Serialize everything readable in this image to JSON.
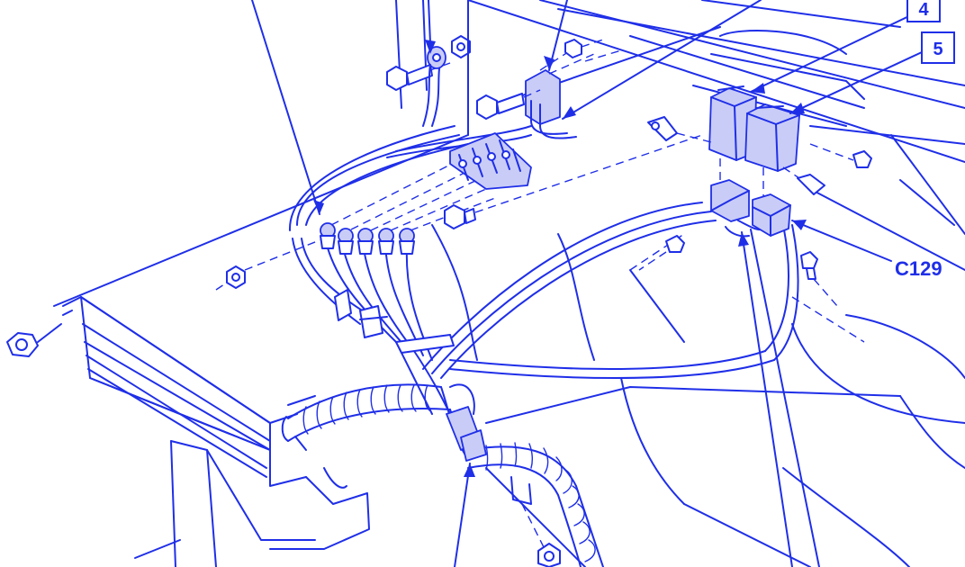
{
  "diagram": {
    "callouts": [
      {
        "id": "4",
        "label": "4"
      },
      {
        "id": "5",
        "label": "5"
      }
    ],
    "connector_label": "C129",
    "colors": {
      "line": "#1f2fe8",
      "background": "#ffffff",
      "shade": "#c9ccf6"
    }
  }
}
